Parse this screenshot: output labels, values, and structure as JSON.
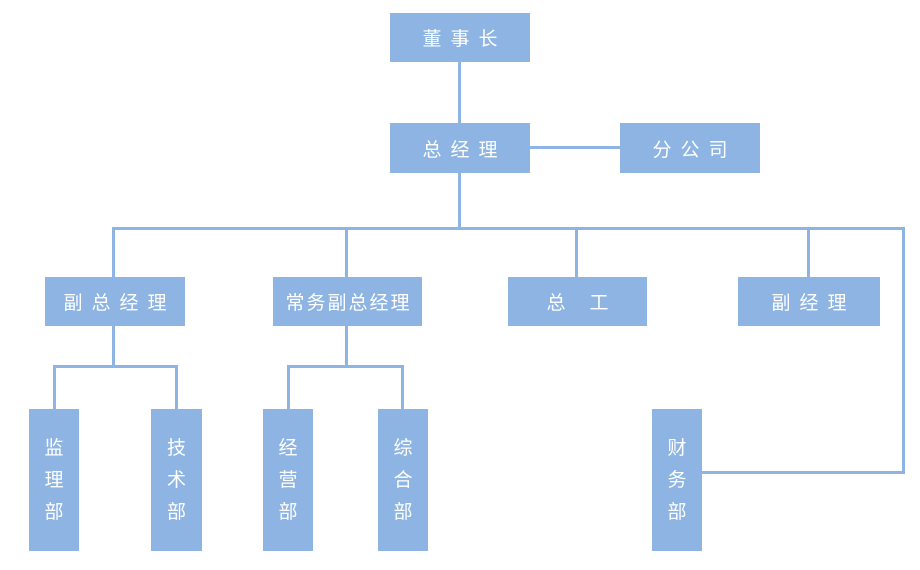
{
  "chart": {
    "type": "org-chart",
    "colors": {
      "node_fill": "#8DB4E2",
      "connector": "#8DB4E2",
      "text": "#FFFFFF",
      "background": "#FFFFFF"
    },
    "nodes": {
      "chairman": {
        "label": "董事长"
      },
      "general_manager": {
        "label": "总经理"
      },
      "branch_company": {
        "label": "分公司"
      },
      "deputy_gm": {
        "label": "副总经理"
      },
      "executive_deputy_gm": {
        "label": "常务副总经理"
      },
      "chief_engineer": {
        "label": "总 工"
      },
      "deputy_manager": {
        "label": "副经理"
      },
      "supervision_dept": {
        "label": "监理部"
      },
      "technical_dept": {
        "label": "技术部"
      },
      "operations_dept": {
        "label": "经营部"
      },
      "general_affairs_dept": {
        "label": "综合部"
      },
      "finance_dept": {
        "label": "财务部"
      }
    },
    "edges": [
      {
        "from": "chairman",
        "to": "general_manager"
      },
      {
        "from": "general_manager",
        "to": "branch_company"
      },
      {
        "from": "general_manager",
        "to": "deputy_gm"
      },
      {
        "from": "general_manager",
        "to": "executive_deputy_gm"
      },
      {
        "from": "general_manager",
        "to": "chief_engineer"
      },
      {
        "from": "general_manager",
        "to": "deputy_manager"
      },
      {
        "from": "general_manager",
        "to": "finance_dept"
      },
      {
        "from": "deputy_gm",
        "to": "supervision_dept"
      },
      {
        "from": "deputy_gm",
        "to": "technical_dept"
      },
      {
        "from": "executive_deputy_gm",
        "to": "operations_dept"
      },
      {
        "from": "executive_deputy_gm",
        "to": "general_affairs_dept"
      }
    ]
  }
}
